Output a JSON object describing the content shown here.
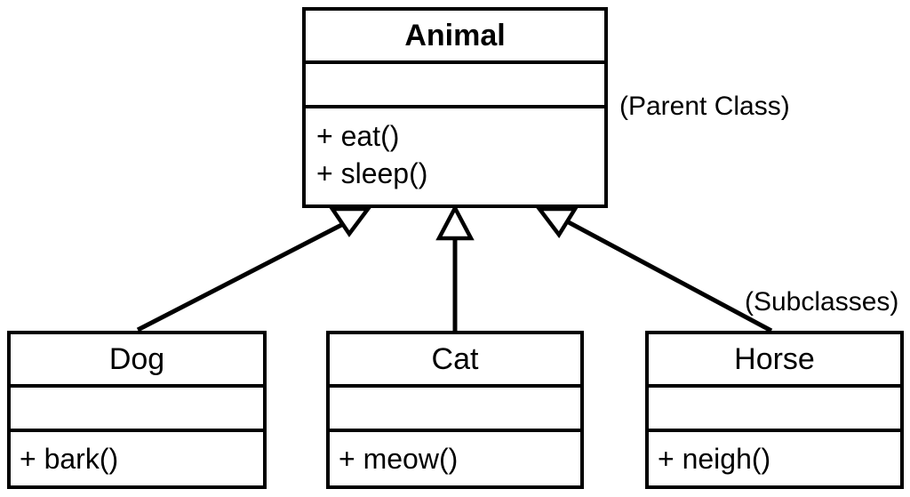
{
  "diagram": {
    "kind": "uml-class-diagram"
  },
  "classes": {
    "animal": {
      "name": "Animal",
      "attributes": [],
      "methods": [
        "+ eat()",
        "+ sleep()"
      ]
    },
    "dog": {
      "name": "Dog",
      "attributes": [],
      "methods": [
        "+ bark()"
      ]
    },
    "cat": {
      "name": "Cat",
      "attributes": [],
      "methods": [
        "+ meow()"
      ]
    },
    "horse": {
      "name": "Horse",
      "attributes": [],
      "methods": [
        "+ neigh()"
      ]
    }
  },
  "annotations": {
    "parent_class": "(Parent Class)",
    "subclasses": "(Subclasses)"
  },
  "relationships": [
    {
      "from": "Dog",
      "to": "Animal",
      "type": "generalization"
    },
    {
      "from": "Cat",
      "to": "Animal",
      "type": "generalization"
    },
    {
      "from": "Horse",
      "to": "Animal",
      "type": "generalization"
    }
  ],
  "colors": {
    "line": "#000000",
    "text": "#000000",
    "background": "#ffffff",
    "box_fill": "#ffffff"
  }
}
